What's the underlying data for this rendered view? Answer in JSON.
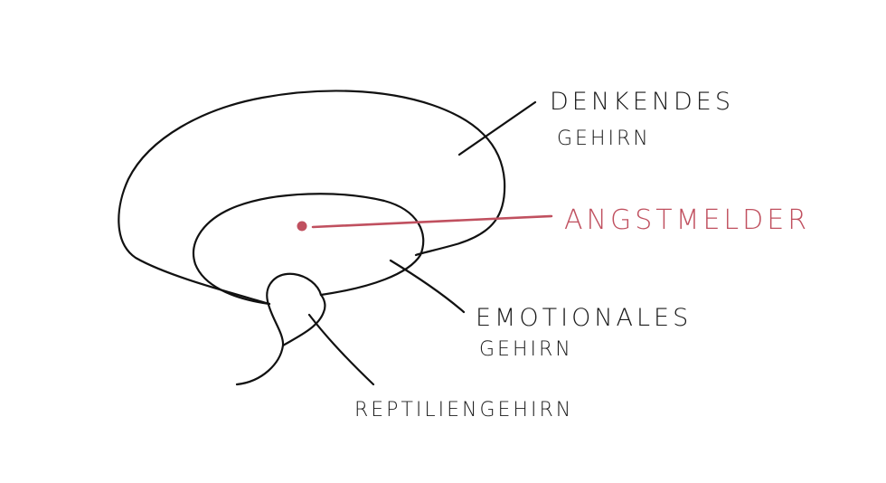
{
  "labels": {
    "thinking_brain_line1": "DENKENDES",
    "thinking_brain_line2": "GEHIRN",
    "fear_detector": "ANGSTMELDER",
    "emotional_brain_line1": "EMOTIONALES",
    "emotional_brain_line2": "GEHIRN",
    "reptile_brain": "REPTILIENGEHIRN"
  },
  "colors": {
    "ink": "#111111",
    "accent": "#c0505f"
  }
}
